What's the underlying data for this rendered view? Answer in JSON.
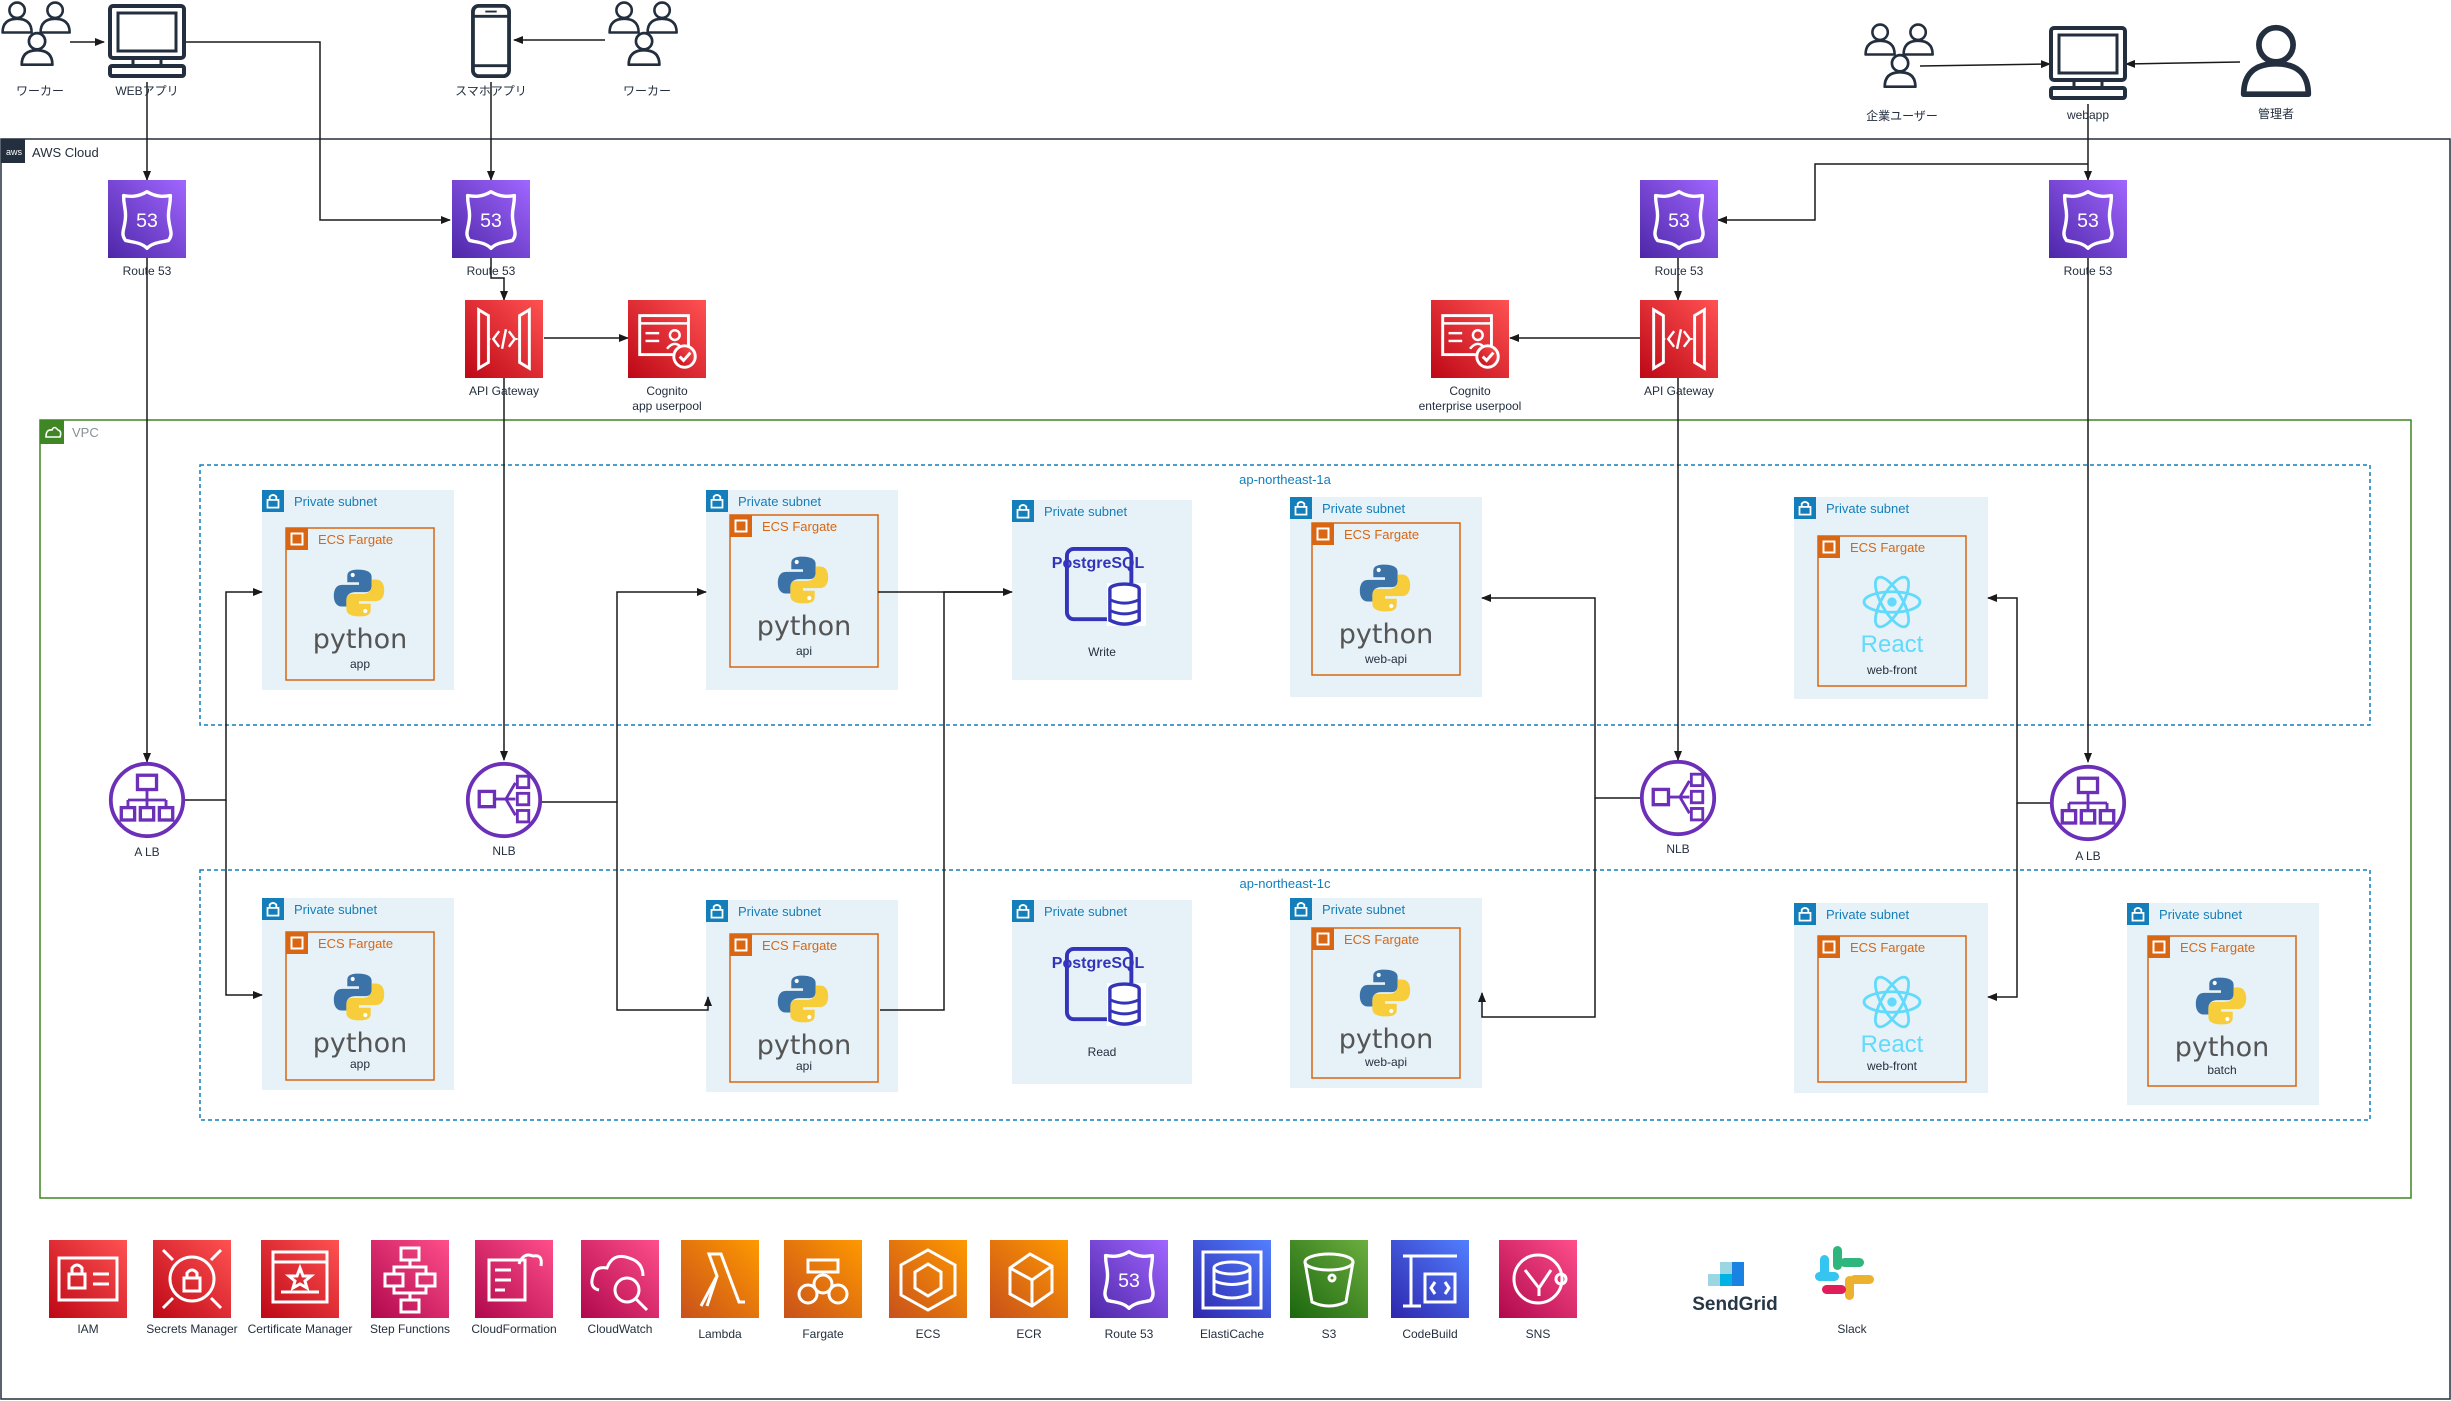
{
  "users": {
    "worker_left": "ワーカー",
    "web_app": "WEBアプリ",
    "smartphone_app": "スマホアプリ",
    "worker_right": "ワーカー",
    "enterprise_user": "企業ユーザー",
    "webapp": "webapp",
    "admin": "管理者"
  },
  "aws_cloud": {
    "title": "AWS Cloud"
  },
  "vpc": {
    "title": "VPC"
  },
  "availability_zones": {
    "az_a": "ap-northeast-1a",
    "az_c": "ap-northeast-1c"
  },
  "edge": {
    "route53_1": "Route 53",
    "route53_2": "Route 53",
    "route53_3": "Route 53",
    "route53_4": "Route 53",
    "api_gateway_left": "API Gateway",
    "api_gateway_right": "API Gateway",
    "cognito_app_line1": "Cognito",
    "cognito_app_line2": "app userpool",
    "cognito_ent_line1": "Cognito",
    "cognito_ent_line2": "enterprise userpool"
  },
  "load_balancers": {
    "alb_left": "A LB",
    "nlb_left": "NLB",
    "nlb_right": "NLB",
    "alb_right": "A LB"
  },
  "subnets": {
    "private_subnet": "Private subnet",
    "ecs_fargate": "ECS Fargate"
  },
  "services": {
    "app_a": "app",
    "api_a": "api",
    "db_write": "Write",
    "web_api_a": "web-api",
    "web_front_a": "web-front",
    "app_c": "app",
    "api_c": "api",
    "db_read": "Read",
    "web_api_c": "web-api",
    "web_front_c": "web-front",
    "batch_c": "batch"
  },
  "logos": {
    "python": "python",
    "react": "React",
    "postgresql": "PostgreSQL",
    "route53_badge": "53"
  },
  "legend": [
    {
      "label": "IAM",
      "icon": "iam-icon",
      "color": "#dd344c"
    },
    {
      "label": "Secrets Manager",
      "icon": "secrets-manager-icon",
      "color": "#dd344c"
    },
    {
      "label": "Certificate Manager",
      "icon": "certificate-manager-icon",
      "color": "#dd344c"
    },
    {
      "label": "Step Functions",
      "icon": "step-functions-icon",
      "color": "#e7157b"
    },
    {
      "label": "CloudFormation",
      "icon": "cloudformation-icon",
      "color": "#e7157b"
    },
    {
      "label": "CloudWatch",
      "icon": "cloudwatch-icon",
      "color": "#e7157b"
    },
    {
      "label": "Lambda",
      "icon": "lambda-icon",
      "color": "#ed7100"
    },
    {
      "label": "Fargate",
      "icon": "fargate-icon",
      "color": "#ed7100"
    },
    {
      "label": "ECS",
      "icon": "ecs-icon",
      "color": "#ed7100"
    },
    {
      "label": "ECR",
      "icon": "ecr-icon",
      "color": "#ed7100"
    },
    {
      "label": "Route 53",
      "icon": "route53-icon",
      "color": "#8c4fff"
    },
    {
      "label": "ElastiCache",
      "icon": "elasticache-icon",
      "color": "#3b48cc"
    },
    {
      "label": "S3",
      "icon": "s3-icon",
      "color": "#3f8624"
    },
    {
      "label": "CodeBuild",
      "icon": "codebuild-icon",
      "color": "#3b48cc"
    },
    {
      "label": "SNS",
      "icon": "sns-icon",
      "color": "#e7157b"
    }
  ],
  "third_party": {
    "sendgrid": "SendGrid",
    "slack": "Slack"
  },
  "colors": {
    "aws_border": "#232f3e",
    "vpc_border": "#3f8624",
    "az_border": "#147eba",
    "subnet_fill": "#e6f2f8",
    "ecs_border": "#d86613",
    "route53": "#8c4fff",
    "security": "#dd344c",
    "lb": "#6c2fb8"
  }
}
